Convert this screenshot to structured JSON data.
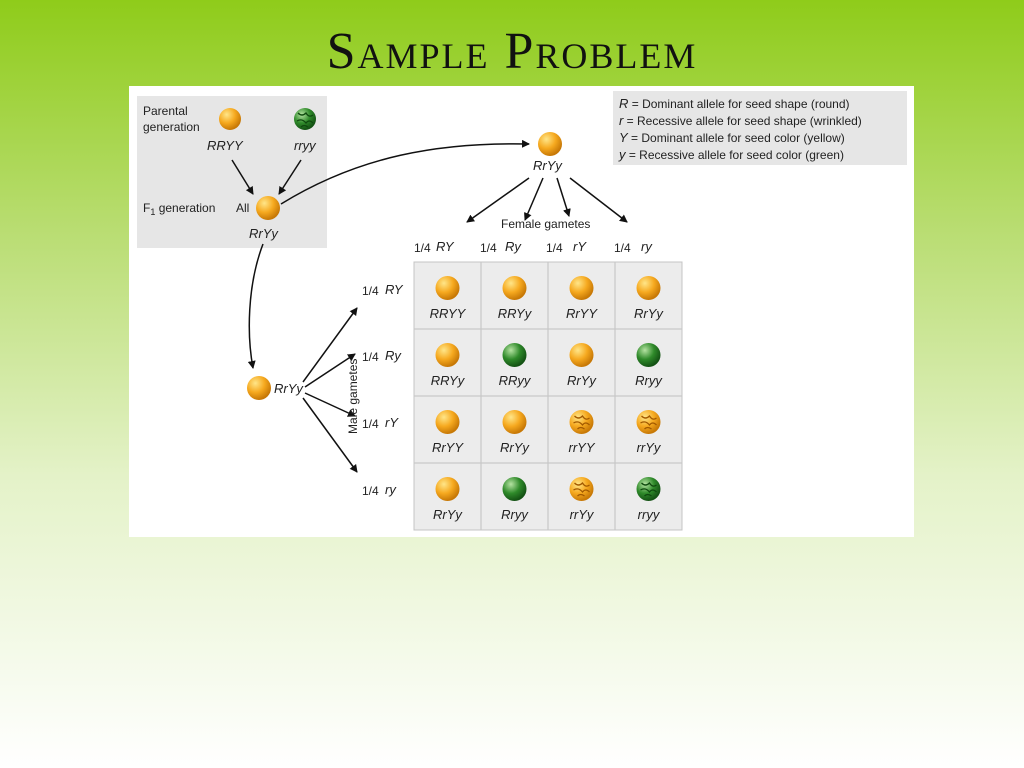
{
  "title": "Sample Problem",
  "parental": {
    "label_line1": "Parental",
    "label_line2": "generation",
    "geno_left": "RRYY",
    "geno_right": "rryy"
  },
  "f1": {
    "label_prefix": "F",
    "label_sub": "1",
    "label_suffix": " generation",
    "all": "All",
    "geno": "RrYy"
  },
  "top_parent": "RrYy",
  "left_parent": "RrYy",
  "female_gametes_label": "Female gametes",
  "male_gametes_label": "Male gametes",
  "gamete_fraction": "1/4",
  "female_gametes": [
    "RY",
    "Ry",
    "rY",
    "ry"
  ],
  "male_gametes": [
    "RY",
    "Ry",
    "rY",
    "ry"
  ],
  "legend": [
    {
      "sym": "R",
      "text": " = Dominant allele for seed shape (round)"
    },
    {
      "sym": "r",
      "text": "  = Recessive allele for seed shape (wrinkled)"
    },
    {
      "sym": "Y",
      "text": " = Dominant allele for seed color (yellow)"
    },
    {
      "sym": "y",
      "text": " = Recessive allele for seed color (green)"
    }
  ],
  "grid": [
    [
      {
        "geno": "RRYY",
        "color": "yellow",
        "shape": "round"
      },
      {
        "geno": "RRYy",
        "color": "yellow",
        "shape": "round"
      },
      {
        "geno": "RrYY",
        "color": "yellow",
        "shape": "round"
      },
      {
        "geno": "RrYy",
        "color": "yellow",
        "shape": "round"
      }
    ],
    [
      {
        "geno": "RRYy",
        "color": "yellow",
        "shape": "round"
      },
      {
        "geno": "RRyy",
        "color": "green",
        "shape": "round"
      },
      {
        "geno": "RrYy",
        "color": "yellow",
        "shape": "round"
      },
      {
        "geno": "Rryy",
        "color": "green",
        "shape": "round"
      }
    ],
    [
      {
        "geno": "RrYY",
        "color": "yellow",
        "shape": "round"
      },
      {
        "geno": "RrYy",
        "color": "yellow",
        "shape": "round"
      },
      {
        "geno": "rrYY",
        "color": "yellow",
        "shape": "wrinkled"
      },
      {
        "geno": "rrYy",
        "color": "yellow",
        "shape": "wrinkled"
      }
    ],
    [
      {
        "geno": "RrYy",
        "color": "yellow",
        "shape": "round"
      },
      {
        "geno": "Rryy",
        "color": "green",
        "shape": "round"
      },
      {
        "geno": "rrYy",
        "color": "yellow",
        "shape": "wrinkled"
      },
      {
        "geno": "rryy",
        "color": "green",
        "shape": "wrinkled"
      }
    ]
  ],
  "colors": {
    "yellow_seed": "#f4a71c",
    "yellow_seed_light": "#ffe07a",
    "green_seed": "#2f8a2a",
    "green_seed_light": "#9ad28a",
    "panel_bg": "#e6e6e6",
    "grid_bg": "#ececec",
    "grid_line": "#c4c4c4"
  }
}
